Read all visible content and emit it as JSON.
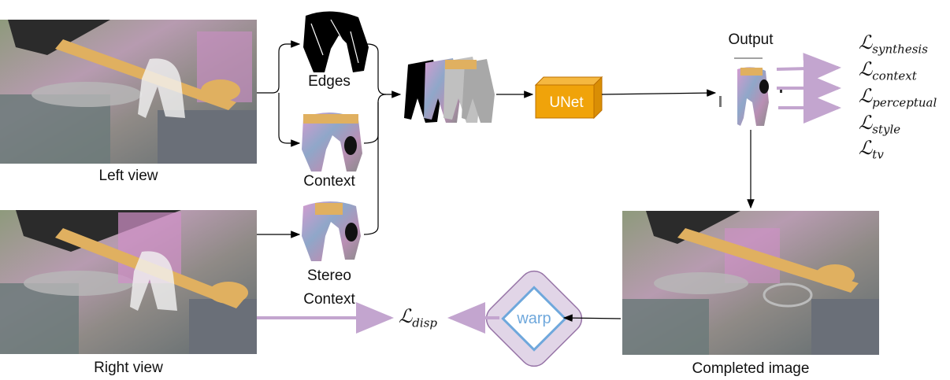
{
  "labels": {
    "left_view": "Left view",
    "right_view": "Right view",
    "edges": "Edges",
    "context": "Context",
    "stereo_context_1": "Stereo",
    "stereo_context_2": "Context",
    "output": "Output",
    "completed_image": "Completed image",
    "unet": "UNet",
    "warp": "warp"
  },
  "losses": {
    "synthesis": "synthesis",
    "context": "context",
    "perceptual": "perceptual",
    "style": "style",
    "tv": "tv",
    "disp": "disp",
    "symbol": "ℒ"
  },
  "colors": {
    "unet_fill": "#f0a30a",
    "unet_stroke": "#bd7000",
    "warp_outer": "#e1d5e7",
    "warp_outer_stroke": "#9673a6",
    "warp_inner": "#6fa8dc",
    "loss_arrow": "#c3a5cf",
    "arrow": "#000000"
  }
}
